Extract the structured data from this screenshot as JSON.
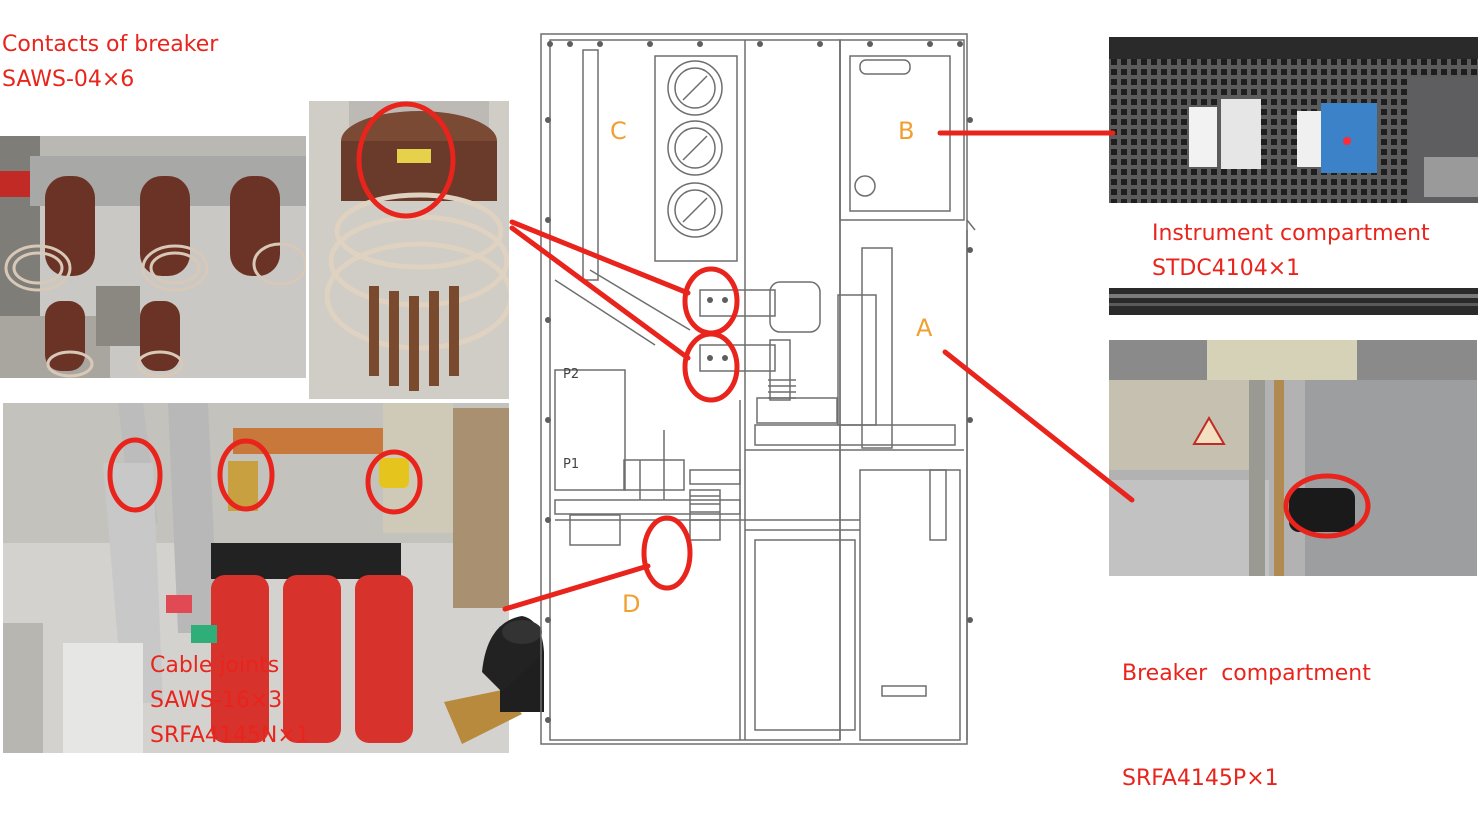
{
  "callouts": {
    "contacts": {
      "line1": "Contacts of breaker",
      "line2": "SAWS-04×6"
    },
    "cable": {
      "line1": "Cable joints",
      "line2": "SAWS-16×3",
      "line3": "SRFA4145N×1"
    },
    "instrument": {
      "line1": "Instrument compartment",
      "line2": "STDC4104×1"
    },
    "breaker": {
      "line1": "Breaker  compartment",
      "line2": "SRFA4145P×1"
    }
  },
  "zones": {
    "a": "A",
    "b": "B",
    "c": "C",
    "d": "D"
  },
  "drawing_labels": {
    "p1": "P1",
    "p2": "P2"
  },
  "colors": {
    "callout_red": "#e8241c",
    "zone_orange": "#f0a030",
    "copper": "#c8783a",
    "sensor_red": "#d8322c"
  }
}
